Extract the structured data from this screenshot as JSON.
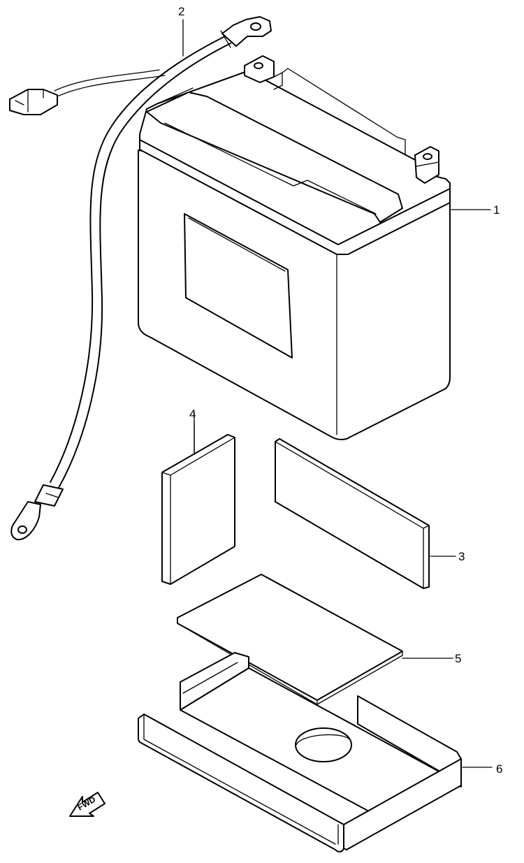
{
  "parts": [
    {
      "number": "1",
      "part": "battery"
    },
    {
      "number": "2",
      "part": "battery-cable"
    },
    {
      "number": "3",
      "part": "side-pad"
    },
    {
      "number": "4",
      "part": "front-pad"
    },
    {
      "number": "5",
      "part": "bottom-pad"
    },
    {
      "number": "6",
      "part": "battery-tray"
    }
  ],
  "direction_marker": {
    "label": "FWD",
    "icon": "forward-arrow-icon"
  },
  "colors": {
    "line": "#000000",
    "background": "#ffffff"
  }
}
